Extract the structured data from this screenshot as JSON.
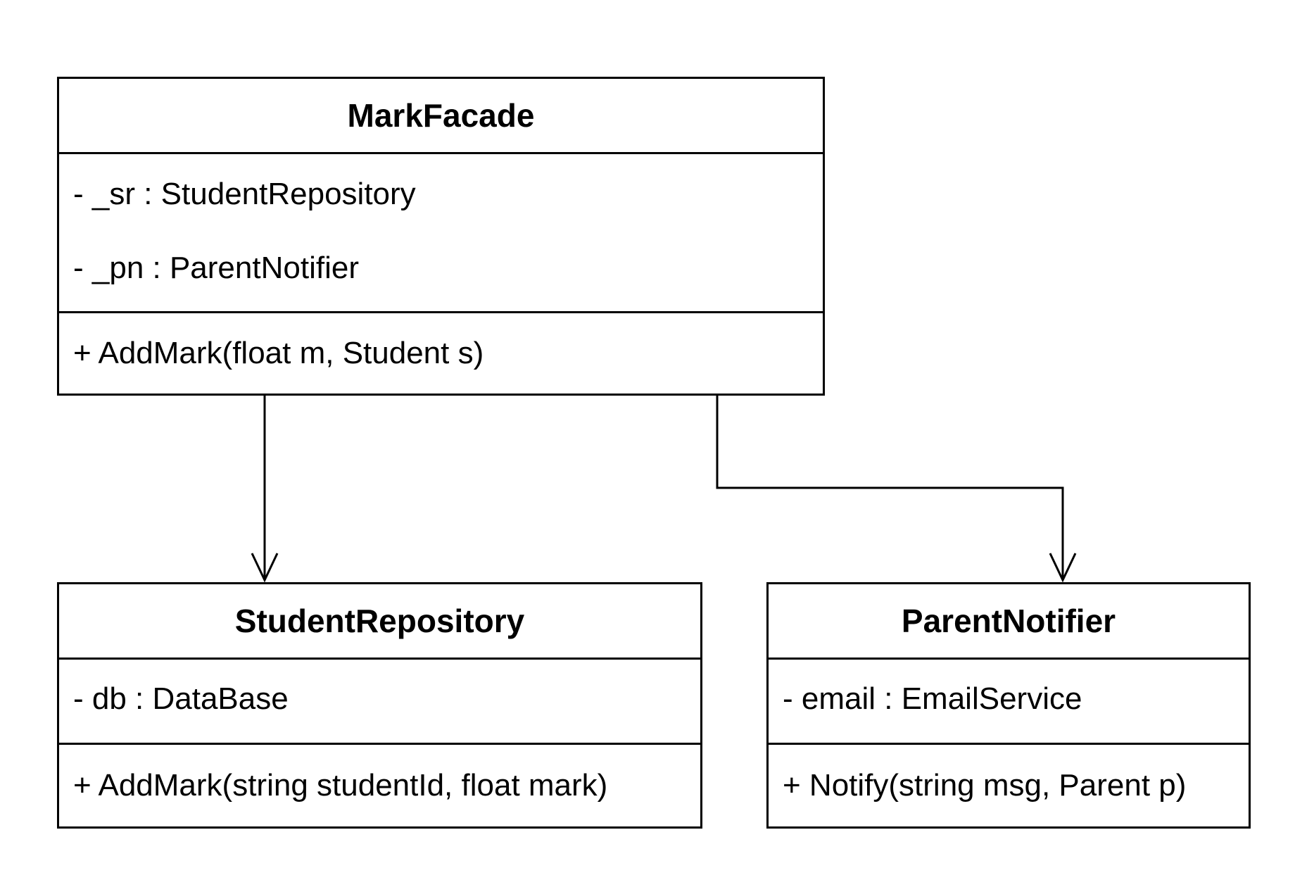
{
  "classes": {
    "mark_facade": {
      "name": "MarkFacade",
      "attributes": [
        "- _sr : StudentRepository",
        "- _pn : ParentNotifier"
      ],
      "operations": [
        "+ AddMark(float m, Student s)"
      ]
    },
    "student_repository": {
      "name": "StudentRepository",
      "attributes": [
        "- db : DataBase"
      ],
      "operations": [
        "+ AddMark(string studentId, float mark)"
      ]
    },
    "parent_notifier": {
      "name": "ParentNotifier",
      "attributes": [
        "- email : EmailService"
      ],
      "operations": [
        "+ Notify(string msg, Parent p)"
      ]
    }
  },
  "relations": [
    {
      "from": "MarkFacade",
      "to": "StudentRepository",
      "type": "directed-association"
    },
    {
      "from": "MarkFacade",
      "to": "ParentNotifier",
      "type": "directed-association"
    }
  ]
}
